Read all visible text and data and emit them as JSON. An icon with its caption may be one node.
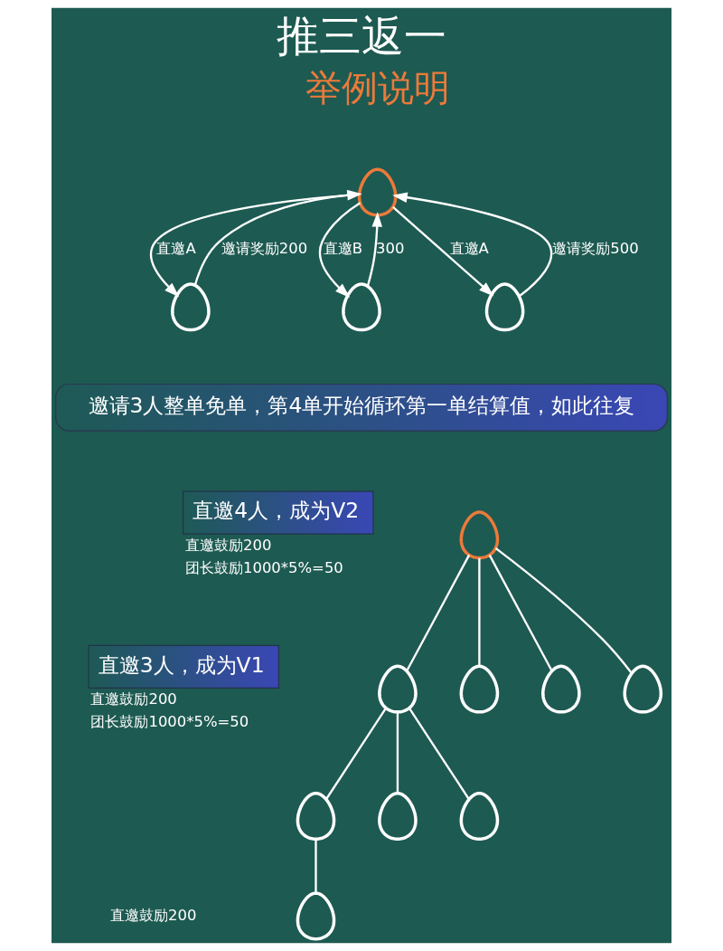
{
  "diagram": {
    "title": "推三返一",
    "nodes": [
      {
        "text": [],
        "shape": "person"
      },
      {
        "text": [],
        "shape": "person"
      },
      {
        "text": [],
        "shape": "person"
      },
      {
        "text": [],
        "shape": "person"
      },
      {
        "text": [
          "邀请3人整单免单，第4单开始循环第一单结算值，如此往复"
        ]
      },
      {
        "text": [
          "直邀4人，成为V2"
        ],
        "beside": [
          "直邀鼓励200",
          "团长鼓励1000*5%=50"
        ]
      },
      {
        "text": [],
        "shape": "person"
      },
      {
        "text": [
          "直邀3人，成为V1"
        ],
        "beside": [
          "直邀鼓励200",
          "团长鼓励1000*5%=50"
        ]
      },
      {
        "text": [],
        "shape": "person"
      },
      {
        "text": [],
        "shape": "person"
      },
      {
        "text": [],
        "shape": "person"
      },
      {
        "text": [],
        "shape": "person"
      },
      {
        "text": [],
        "shape": "person"
      },
      {
        "text": [],
        "shape": "person"
      },
      {
        "text": [],
        "shape": "person"
      },
      {
        "text": [],
        "shape": "person"
      }
    ],
    "edges": [
      {
        "from": 1,
        "to": 0,
        "arrow": "to",
        "label": "邀请奖励200"
      },
      {
        "from": 0,
        "to": 1,
        "arrow": "to",
        "label": "直邀A"
      },
      {
        "from": 2,
        "to": 0,
        "arrow": "to",
        "label": "300"
      },
      {
        "from": 0,
        "to": 2,
        "arrow": "to",
        "label": "直邀B"
      },
      {
        "from": 3,
        "to": 0,
        "arrow": "to",
        "label": "邀请奖励500"
      },
      {
        "from": 0,
        "to": 3,
        "arrow": "to",
        "label": "直邀A"
      },
      {
        "from": 6,
        "to": 8,
        "arrow": "none"
      },
      {
        "from": 6,
        "to": 9,
        "arrow": "none"
      },
      {
        "from": 6,
        "to": 10,
        "arrow": "none"
      },
      {
        "from": 6,
        "to": 11,
        "arrow": "none"
      },
      {
        "from": 8,
        "to": 12,
        "arrow": "none"
      },
      {
        "from": 8,
        "to": 13,
        "arrow": "none"
      },
      {
        "from": 8,
        "to": 14,
        "arrow": "none"
      },
      {
        "from": 12,
        "to": 15,
        "arrow": "none"
      }
    ],
    "labels": [
      "举例说明",
      "直邀鼓励200"
    ]
  }
}
